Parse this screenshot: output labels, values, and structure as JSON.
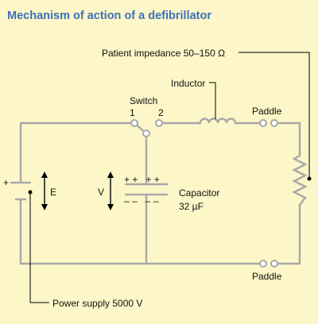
{
  "title": "Mechanism of action of a defibrillator",
  "labels": {
    "patient_impedance": "Patient impedance 50–150 Ω",
    "inductor": "Inductor",
    "switch": "Switch",
    "switch_pos_1": "1",
    "switch_pos_2": "2",
    "paddle_top": "Paddle",
    "paddle_bottom": "Paddle",
    "battery_plus": "+",
    "voltage_e": "E",
    "voltage_v": "V",
    "capacitor_plus": "+ +   + +",
    "capacitor_minus": "– –   – –",
    "capacitor": "Capacitor",
    "capacitance": "32 µF",
    "power_supply": "Power supply 5000 V"
  },
  "colors": {
    "title": "#3d72b8",
    "background": "#fdf6c8",
    "wire": "#a8a8a8"
  }
}
